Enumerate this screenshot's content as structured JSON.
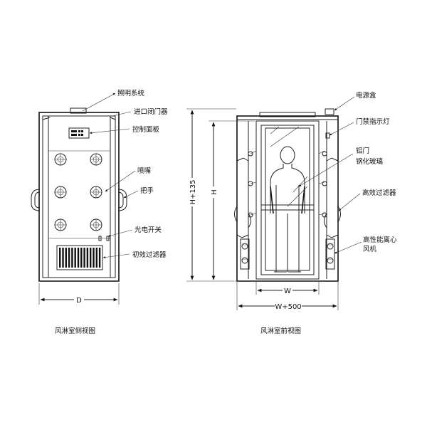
{
  "side_view": {
    "caption": "风淋室侧视图",
    "dim_width": "D",
    "labels": {
      "lighting": "照明系统",
      "door_closer": "进口闭门器",
      "control_panel": "控制面板",
      "nozzle": "喷嘴",
      "handle": "把手",
      "photo_switch": "光电开关",
      "primary_filter": "初效过滤器"
    }
  },
  "front_view": {
    "caption": "风淋室前视图",
    "dim_height_total": "H+135",
    "dim_height": "H",
    "dim_width": "W",
    "dim_width_total": "W+500",
    "labels": {
      "power_box": "电源盒",
      "door_light": "门禁指示灯",
      "glass_1": "铝门",
      "glass_2": "钢化玻璃",
      "hepa_filter": "高效过滤器",
      "fan_1": "高性能离心",
      "fan_2": "风机"
    }
  }
}
